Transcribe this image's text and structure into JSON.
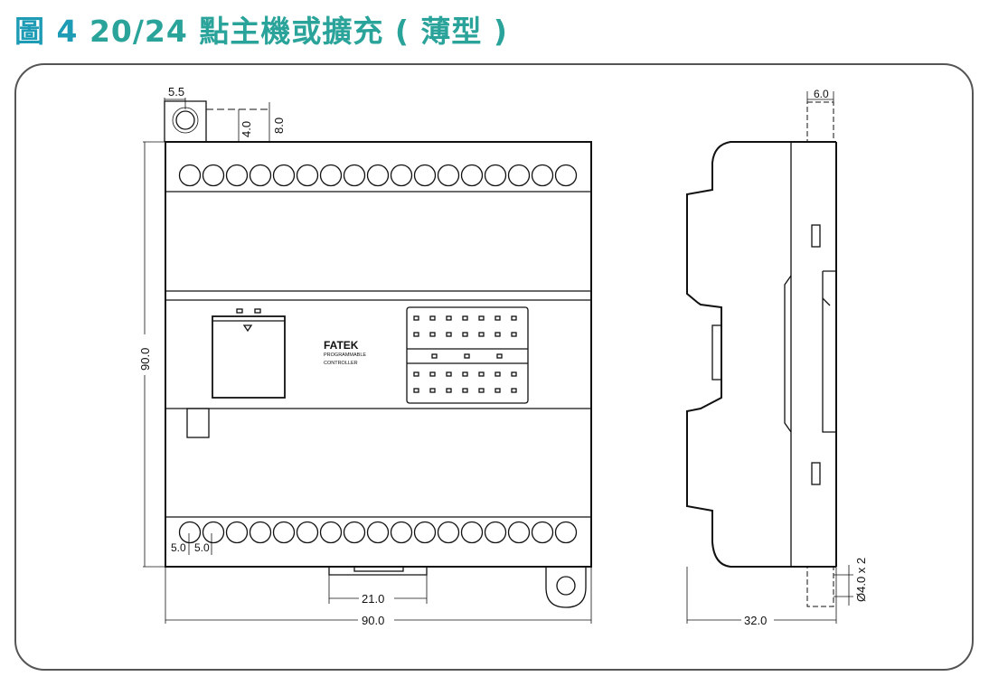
{
  "title": {
    "prefix": "圖 4",
    "text": "20/24 點主機或擴充 ( 薄型 )"
  },
  "front_view": {
    "brand": "FATEK",
    "brand_sub1": "PROGRAMMABLE",
    "brand_sub2": "CONTROLLER",
    "dims": {
      "top_offset": "5.5",
      "mount_a": "4.0",
      "mount_b": "8.0",
      "height": "90.0",
      "pitch_1": "5.0",
      "pitch_2": "5.0",
      "rail_width": "21.0",
      "width": "90.0"
    },
    "terminals_top": 17,
    "terminals_bottom": 17
  },
  "side_view": {
    "dims": {
      "tab": "6.0",
      "hole": "Ø4.0 x 2",
      "depth": "32.0"
    }
  },
  "colors": {
    "title_teal": "#2aa39a",
    "title_blue": "#1e9bb5",
    "frame": "#555555",
    "line": "#111111"
  }
}
